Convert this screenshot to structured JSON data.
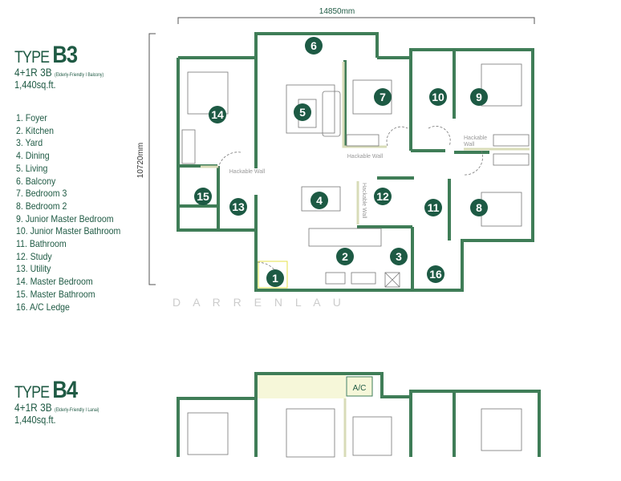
{
  "colors": {
    "wall": "#3f7d57",
    "badge": "#1d5a44",
    "text": "#1f5a44",
    "hackable": "#d8dcb8",
    "lanai": "#f6f7d9"
  },
  "b3": {
    "type_prefix": "TYPE",
    "type_code": "B3",
    "config": "4+1R 3B",
    "config_note": "(Elderly-Friendly I Balcony)",
    "area": "1,440sq.ft.",
    "rooms": [
      "1. Foyer",
      "2. Kitchen",
      "3. Yard",
      "4. Dining",
      "5. Living",
      "6. Balcony",
      "7. Bedroom 3",
      "8. Bedroom 2",
      "9. Junior Master Bedroom",
      "10. Junior Master Bathroom",
      "11. Bathroom",
      "12. Study",
      "13. Utility",
      "14. Master Bedroom",
      "15. Master Bathroom",
      "16. A/C Ledge"
    ],
    "width_dim": "14850mm",
    "depth_dim": "10720mm",
    "hackable_wall": "Hackable Wall",
    "hackable_wall_split": [
      "Hackable",
      "Wall"
    ],
    "badges": [
      "1",
      "2",
      "3",
      "4",
      "5",
      "6",
      "7",
      "8",
      "9",
      "10",
      "11",
      "12",
      "13",
      "14",
      "15",
      "16"
    ],
    "watermark": "D  A  R  R  E  N     L  A  U"
  },
  "b4": {
    "type_prefix": "TYPE",
    "type_code": "B4",
    "config": "4+1R 3B",
    "config_note": "(Elderly-Friendly I Lanai)",
    "area": "1,440sq.ft.",
    "ac_label": "A/C"
  }
}
